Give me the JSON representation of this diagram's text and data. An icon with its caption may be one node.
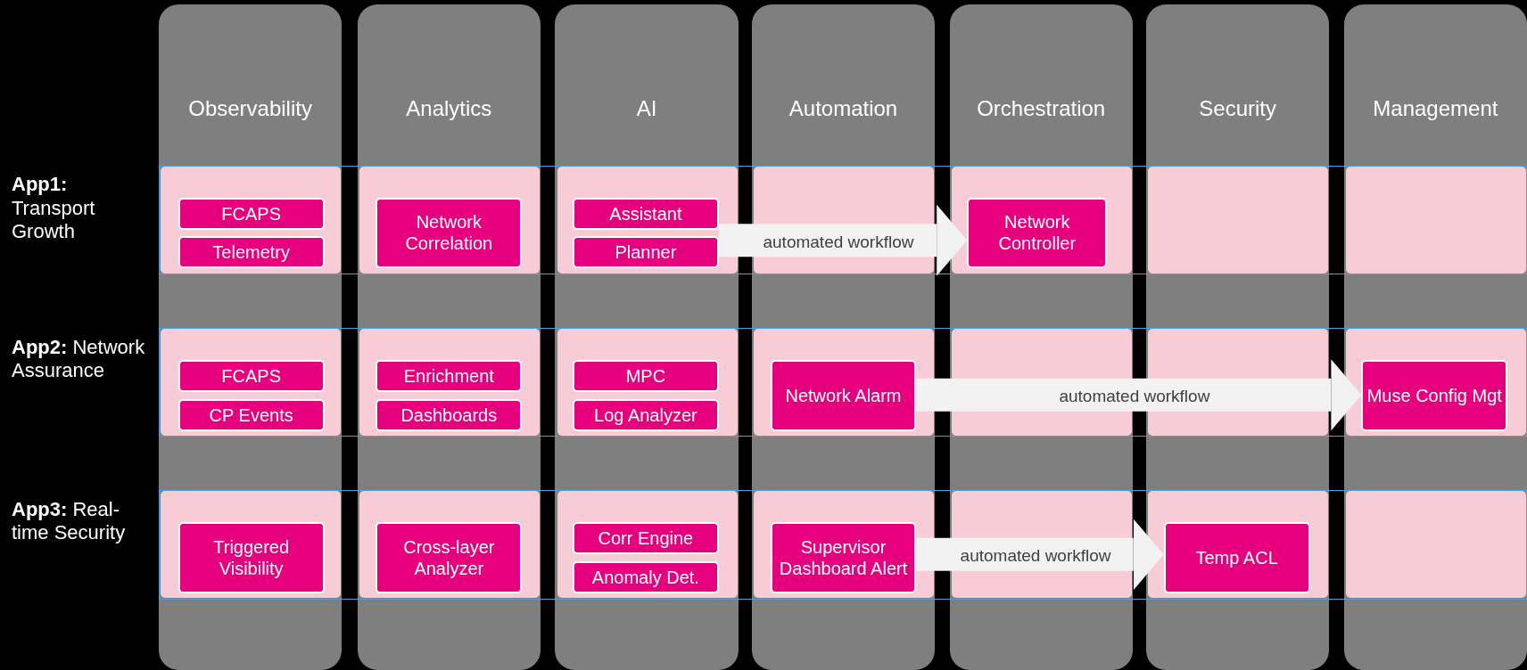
{
  "diagram": {
    "nodes": [
      {
        "text": [
          "FCAPS"
        ]
      },
      {
        "text": [
          "Telemetry"
        ]
      },
      {
        "text": [
          "Network Correlation"
        ]
      },
      {
        "text": [
          "Assistant"
        ]
      },
      {
        "text": [
          "Planner"
        ]
      },
      {
        "text": [
          "Network Controller"
        ]
      },
      {
        "text": [
          "FCAPS"
        ]
      },
      {
        "text": [
          "CP Events"
        ]
      },
      {
        "text": [
          "Enrichment"
        ]
      },
      {
        "text": [
          "Dashboards"
        ]
      },
      {
        "text": [
          "MPC"
        ]
      },
      {
        "text": [
          "Log Analyzer"
        ]
      },
      {
        "text": [
          "Network Alarm"
        ]
      },
      {
        "text": [
          "Muse Config Mgt"
        ]
      },
      {
        "text": [
          "Triggered Visibility"
        ]
      },
      {
        "text": [
          "Cross-layer Analyzer"
        ]
      },
      {
        "text": [
          "Corr Engine"
        ]
      },
      {
        "text": [
          "Anomaly Det."
        ]
      },
      {
        "text": [
          "Supervisor Dashboard Alert"
        ]
      },
      {
        "text": [
          "Temp ACL"
        ]
      }
    ],
    "edges": [
      {
        "from": 4,
        "to": 5,
        "arrow": "to",
        "label": "automated workflow"
      },
      {
        "from": 12,
        "to": 13,
        "arrow": "to",
        "label": "automated workflow"
      },
      {
        "from": 18,
        "to": 19,
        "arrow": "to",
        "label": "automated workflow"
      }
    ],
    "labels": [
      "Observability",
      "Analytics",
      "AI",
      "Automation",
      "Orchestration",
      "Security",
      "Management",
      "**App1:** Transport Growth",
      "**App2:** Network Assurance",
      "**App3:** Real-time Security"
    ]
  }
}
